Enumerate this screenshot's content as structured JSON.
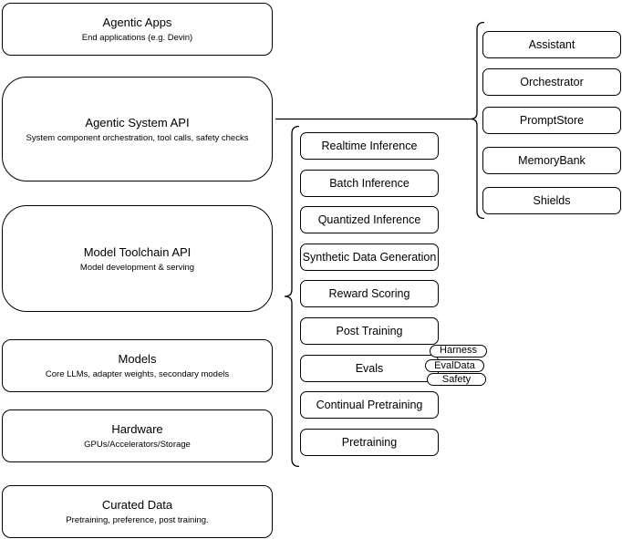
{
  "canvas": {
    "background": "#ffffff",
    "stroke": "#000000",
    "fill": "#ffffff"
  },
  "left_column": [
    {
      "title": "Agentic Apps",
      "subtitle": "End applications (e.g. Devin)"
    },
    {
      "title": "Agentic System API",
      "subtitle": "System component orchestration, tool calls, safety checks"
    },
    {
      "title": "Model Toolchain API",
      "subtitle": "Model development & serving"
    },
    {
      "title": "Models",
      "subtitle": "Core LLMs, adapter weights, secondary models"
    },
    {
      "title": "Hardware",
      "subtitle": "GPUs/Accelerators/Storage"
    },
    {
      "title": "Curated Data",
      "subtitle": "Pretraining, preference, post training."
    }
  ],
  "system_api_components": [
    "Assistant",
    "Orchestrator",
    "PromptStore",
    "MemoryBank",
    "Shields"
  ],
  "toolchain_components": [
    "Realtime Inference",
    "Batch Inference",
    "Quantized Inference",
    "Synthetic Data Generation",
    "Reward Scoring",
    "Post Training",
    "Evals",
    "Continual Pretraining",
    "Pretraining"
  ],
  "eval_tags": [
    "Harness",
    "EvalData",
    "Safety"
  ]
}
